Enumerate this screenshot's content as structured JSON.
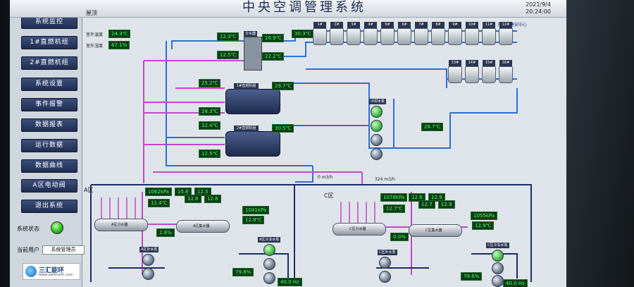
{
  "header": {
    "title": "中央空调管理系统",
    "date": "2021/9/4",
    "time": "20:24:00",
    "location": "东方路建安中心"
  },
  "sidebar": {
    "nav": [
      {
        "label": "系统监控"
      },
      {
        "label": "1#直燃机组"
      },
      {
        "label": "2#直燃机组"
      },
      {
        "label": "系统设置"
      },
      {
        "label": "事件报警"
      },
      {
        "label": "数据报表"
      },
      {
        "label": "运行数据"
      },
      {
        "label": "数据曲线"
      },
      {
        "label": "A区电动阀"
      },
      {
        "label": "退出系统"
      }
    ],
    "status_label": "系统状态",
    "current_user_label": "当前用户",
    "current_user": "系统管理员",
    "logo_text": "三汇能环",
    "logo_url": "www.sanhuinh.com"
  },
  "plant": {
    "roof_label": "屋顶",
    "outdoor_temp_label": "室外温度",
    "outdoor_temp": "24.3℃",
    "outdoor_humidity_label": "室外湿度",
    "outdoor_humidity": "67.1%",
    "readings": {
      "r1": "12.3℃",
      "r2": "16.9℃",
      "r3": "30.3℃",
      "r4": "12.5℃",
      "r5": "22.2℃",
      "r6": "25.2℃",
      "r7": "29.7℃",
      "r8": "28.3℃",
      "r9": "12.4℃",
      "r10": "30.5℃",
      "r11": "12.5℃",
      "r12": "28.7℃",
      "flow1": "0 m3/h",
      "flow2": "324 m3/h"
    },
    "towers_top": [
      "1#",
      "2#",
      "3#",
      "4#",
      "5#",
      "6#",
      "7#",
      "8#",
      "9#",
      "10#",
      "11#",
      "12#"
    ],
    "towers_bottom": [
      "13#",
      "14#",
      "15#",
      "16#"
    ],
    "chiller1": "1#直燃机组",
    "chiller2": "2#直燃机组",
    "cooling_pump_tag": "冷却水泵",
    "zone_a": {
      "label": "A区",
      "supply_pressure": "1062kPa",
      "supply_temp": "12.4℃",
      "valve_pct": "2.8%",
      "return_pressure": "1041kPa",
      "return_temp": "12.8℃",
      "small_readings": [
        "15.6",
        "12.5",
        "12.6",
        "12.8"
      ],
      "supply_header": "A区分水器",
      "return_header": "A区集水器",
      "pump_tag": "A区补水泵",
      "chw_pump_tag": "A区冷冻水泵",
      "freq": "79.8%",
      "hz": "40.0 Hz"
    },
    "zone_c": {
      "label": "C区",
      "supply_pressure": "1078kPa",
      "supply_temp": "12.7℃",
      "valve_pct": "0.0%",
      "return_pressure": "1055kPa",
      "return_temp": "12.9℃",
      "small_readings": [
        "12.8",
        "12.9",
        "12.7",
        "12.9"
      ],
      "supply_header": "C区分水器",
      "return_header": "C区集水器",
      "pump_tag": "C区补水泵",
      "chw_pump_tag": "C区冷冻水泵",
      "freq": "79.6%",
      "hz": "40.0 Hz"
    },
    "manifold_tag": "分水器"
  },
  "colors": {
    "pipe_blue": "#2d6fd6",
    "pipe_magenta": "#c04ac8",
    "pipe_navy": "#1b2e66",
    "value_green": "#4dff6a"
  }
}
